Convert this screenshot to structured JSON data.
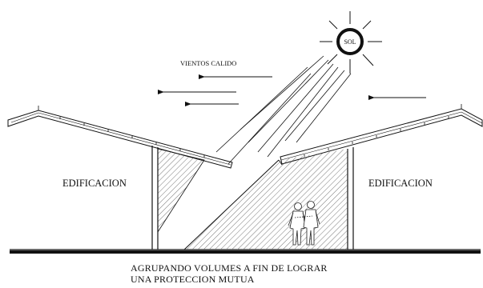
{
  "labels": {
    "sun": "SOL",
    "winds": "VIENTOS CALIDO",
    "building_left": "EDIFICACION",
    "building_right": "EDIFICACION",
    "caption_line1": "AGRUPANDO VOLUMES A FIN DE LOGRAR",
    "caption_line2": "UNA PROTECCION MUTUA"
  },
  "icons": {
    "sun": "sun-icon",
    "wind_arrows": "arrow-left-icon",
    "people": "person-icon"
  },
  "colors": {
    "line": "#111111",
    "hatch": "#444444",
    "ground": "#111111",
    "background": "#ffffff"
  }
}
